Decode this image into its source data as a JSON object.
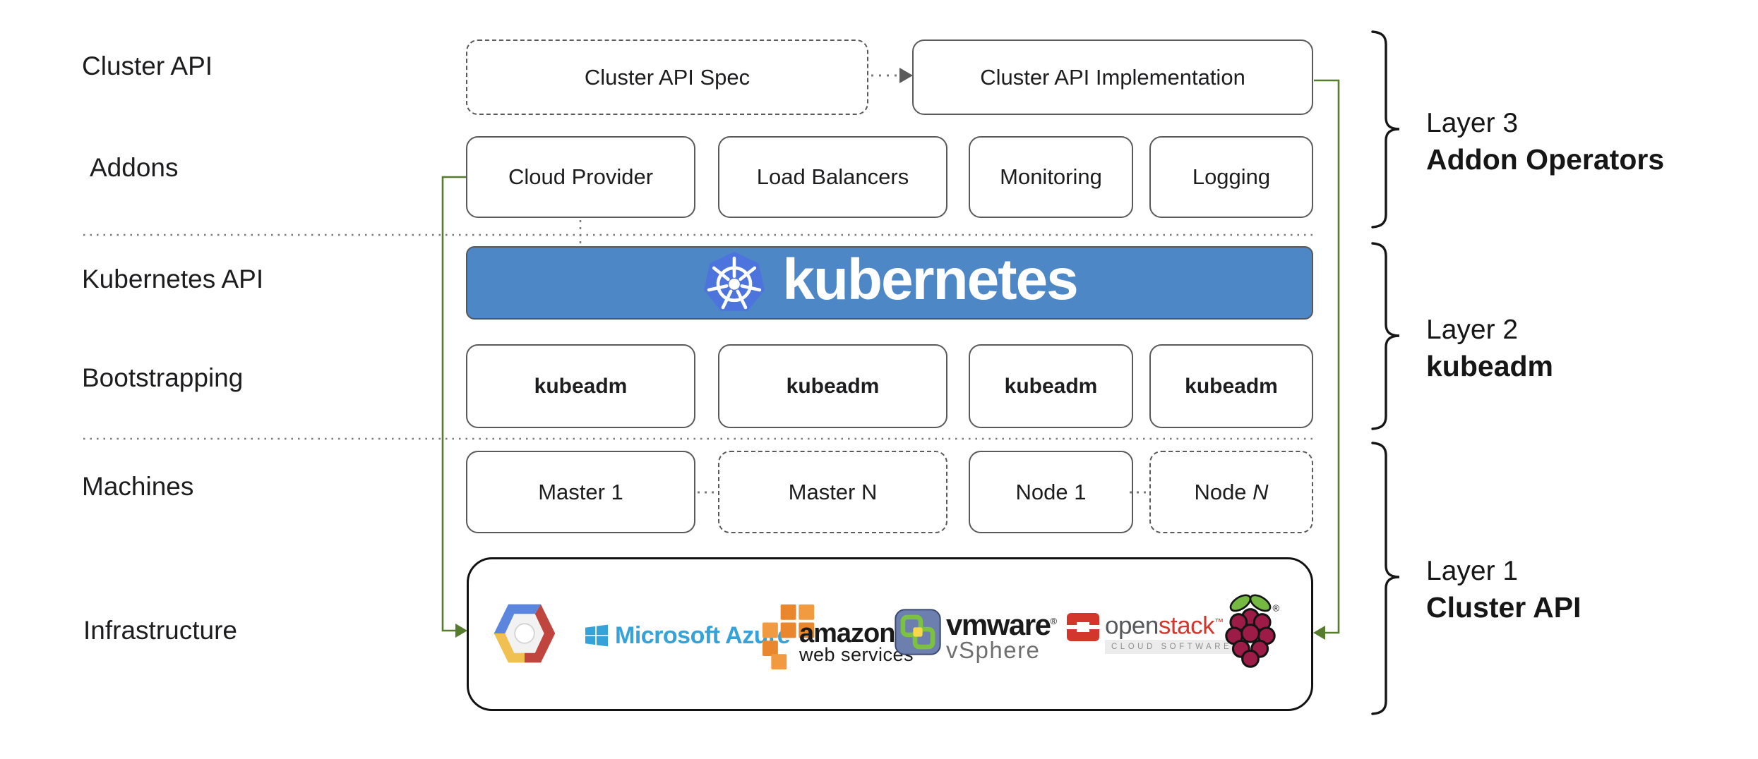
{
  "left_labels": [
    "Cluster API",
    "Addons",
    "Kubernetes API",
    "Bootstrapping",
    "Machines",
    "Infrastructure"
  ],
  "cluster_api_row": {
    "spec_label": "Cluster API Spec",
    "implementation_label": "Cluster API Implementation"
  },
  "addons_row": [
    "Cloud Provider",
    "Load Balancers",
    "Monitoring",
    "Logging"
  ],
  "kubernetes_banner": {
    "wordmark": "kubernetes",
    "logo_icon": "kubernetes-wheel-icon"
  },
  "bootstrapping_row": [
    "kubeadm",
    "kubeadm",
    "kubeadm",
    "kubeadm"
  ],
  "machines_row": {
    "master1": "Master 1",
    "masterN": "Master N",
    "node1": "Node 1",
    "nodeN_prefix": "Node ",
    "nodeN_n": "N"
  },
  "infrastructure": {
    "gcp": {
      "icon": "google-cloud-icon"
    },
    "azure": {
      "icon": "microsoft-windows-icon",
      "label": "Microsoft Azure"
    },
    "aws": {
      "icon": "aws-cubes-icon",
      "line1": "amazon",
      "line2": "web services"
    },
    "vmware": {
      "icon": "vmware-vsphere-icon",
      "line1": "vmware",
      "reg": "®",
      "line2": "vSphere"
    },
    "openstack": {
      "icon": "openstack-cube-icon",
      "word_gray": "open",
      "word_red": "stack",
      "tm": "™",
      "subtitle": "CLOUD SOFTWARE"
    },
    "raspberry_pi": {
      "icon": "raspberry-pi-icon",
      "reg": "®"
    }
  },
  "layer_annotations": [
    {
      "line1": "Layer 3",
      "line2": "Addon Operators"
    },
    {
      "line1": "Layer 2",
      "line2": "kubeadm"
    },
    {
      "line1": "Layer 1",
      "line2": "Cluster API"
    }
  ],
  "colors": {
    "banner_blue": "#4e87c6",
    "k8s_logo_blue": "#4d74dc",
    "connector_green": "#567d2d",
    "border_gray": "#595a5c",
    "dotted_gray": "#7b7b7b",
    "azure_blue": "#35a2da",
    "aws_orange": "#e8872e",
    "openstack_red": "#d2362c",
    "openstack_gray": "#57585a",
    "vmware_green": "#7cc142",
    "rpi_crimson": "#9c1c47",
    "leaf_green": "#75b943",
    "gcp_blue": "#5c85de",
    "gcp_red": "#c0453e",
    "gcp_yellow": "#f0c050"
  }
}
